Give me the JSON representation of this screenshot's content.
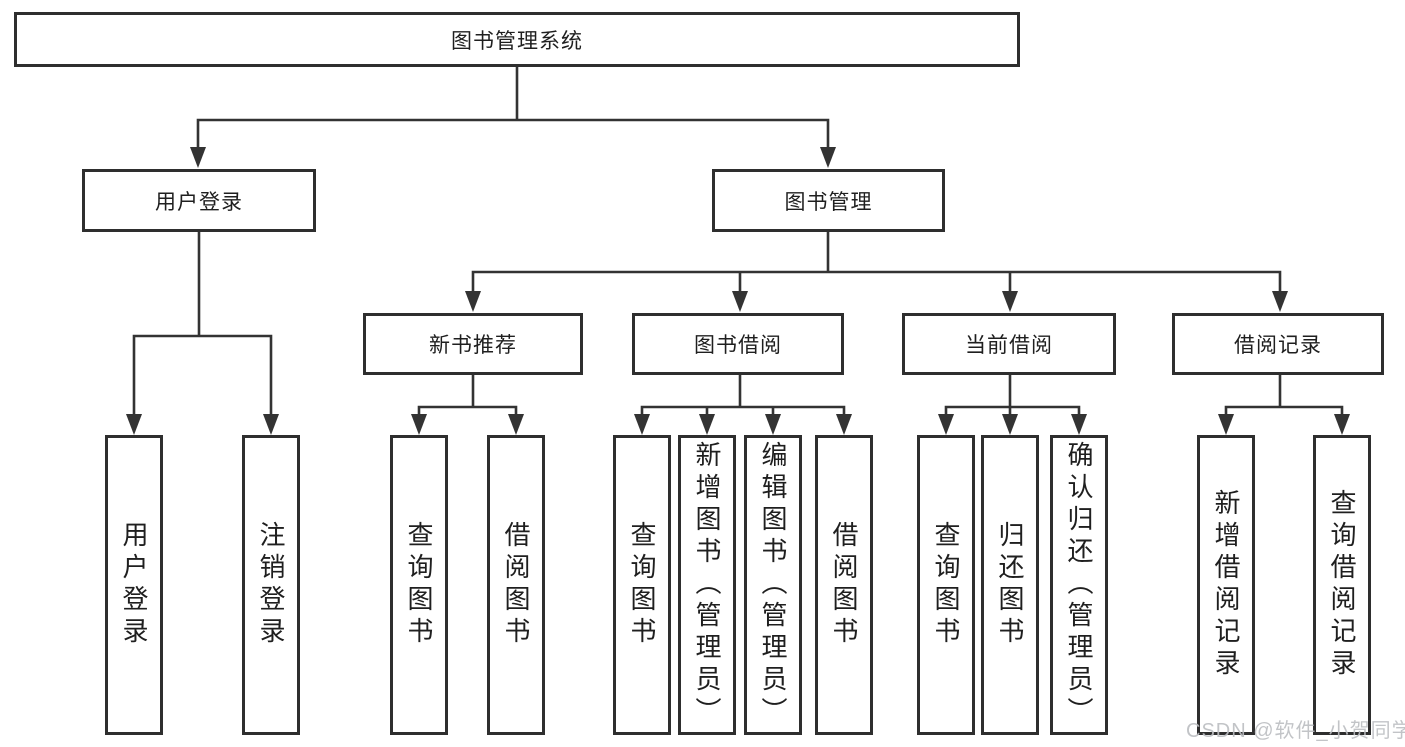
{
  "diagram": {
    "title": "图书管理系统",
    "branches": [
      {
        "label": "用户登录",
        "children": [
          "用户登录",
          "注销登录"
        ]
      },
      {
        "label": "图书管理",
        "sections": [
          {
            "label": "新书推荐",
            "children": [
              "查询图书",
              "借阅图书"
            ]
          },
          {
            "label": "图书借阅",
            "children": [
              "查询图书",
              "新增图书（管理员）",
              "编辑图书（管理员）",
              "借阅图书"
            ]
          },
          {
            "label": "当前借阅",
            "children": [
              "查询图书",
              "归还图书",
              "确认归还（管理员）"
            ]
          },
          {
            "label": "借阅记录",
            "children": [
              "新增借阅记录",
              "查询借阅记录"
            ]
          }
        ]
      }
    ]
  },
  "watermark": "CSDN @软件_小贺同学",
  "colors": {
    "line": "#333333",
    "box_border": "#2e2e2e",
    "text": "#1f1f1f",
    "watermark": "#bcbec2",
    "background": "#ffffff"
  }
}
